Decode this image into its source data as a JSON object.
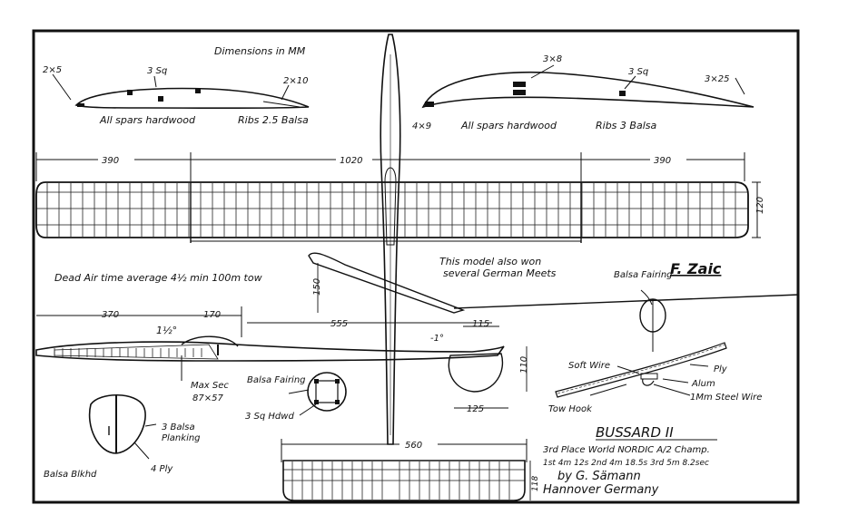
{
  "header": {
    "dimensions_note": "Dimensions in MM"
  },
  "root_section": {
    "spar_le": "2×5",
    "spar_main": "3 Sq",
    "spar_te": "2×10",
    "spars_note": "All spars hardwood",
    "ribs_note": "Ribs 2.5 Balsa"
  },
  "tip_section": {
    "spar_top": "3×8",
    "spar_mid": "3 Sq",
    "spar_te": "3×25",
    "spar_le": "4×9",
    "spars_note": "All spars hardwood",
    "ribs_note": "Ribs 3 Balsa"
  },
  "wing": {
    "left_panel": "390",
    "center": "1020",
    "right_panel": "390",
    "chord": "120"
  },
  "notes": {
    "air_time": "Dead Air time average 4½ min  100m tow",
    "record_line1": "This model also won",
    "record_line2": "several German Meets",
    "signature": "F. Zaic"
  },
  "fuselage": {
    "fin_height": "150",
    "dim_370": "370",
    "dim_170": "170",
    "dim_555": "555",
    "dim_115": "115",
    "angle_front": "1½°",
    "angle_tail": "-1°",
    "max_sec_line1": "Max Sec",
    "max_sec_line2": "87×57",
    "tail_chord": "110",
    "tail_span_dim": "125"
  },
  "details": {
    "balsa_fairing_top": "Balsa Fairing",
    "balsa_fairing": "Balsa Fairing",
    "hdwd": "3 Sq Hdwd",
    "planking_line1": "3 Balsa",
    "planking_line2": "Planking",
    "ply": "4 Ply",
    "bulkhead": "Balsa Blkhd",
    "soft_wire": "Soft Wire",
    "ply_small": "Ply",
    "alum": "Alum",
    "steel_wire": "1Mm Steel Wire",
    "tow_hook": "Tow Hook"
  },
  "title_block": {
    "name": "BUSSARD II",
    "line1": "3rd Place World NORDIC A/2 Champ.",
    "line2": "1st 4m 12s    2nd 4m 18.5s    3rd 5m 8.2sec",
    "line3": "by  G. Sämann",
    "line4": "Hannover        Germany"
  },
  "stab": {
    "span": "560",
    "chord": "118"
  }
}
